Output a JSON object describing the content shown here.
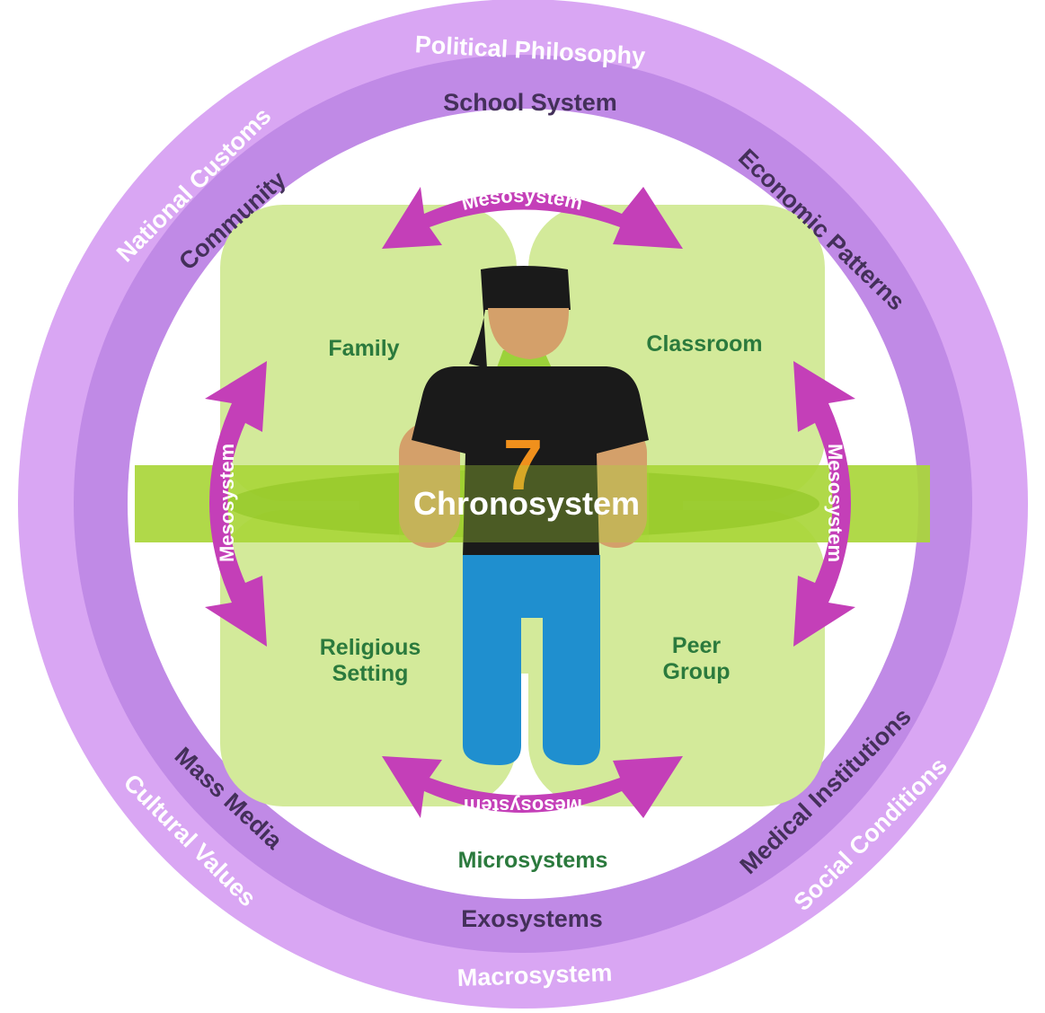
{
  "colors": {
    "macro_ring": "#d9a6f3",
    "exo_ring": "#c08ae6",
    "micro_blob": "#d3ea9a",
    "chrono_band": "#a9d63a",
    "meso_arrow": "#c43fb8",
    "micro_text": "#2b7a3d",
    "exo_text": "#44305a",
    "shirt": "#1a1a1a",
    "skin": "#d4a06a",
    "pants": "#1f8fcf",
    "number": "#f0901c"
  },
  "macrosystem": {
    "title": "Macrosystem",
    "items": {
      "political_philosophy": "Political Philosophy",
      "national_customs": "National Customs",
      "cultural_values": "Cultural Values",
      "social_conditions": "Social Conditions"
    }
  },
  "exosystem": {
    "title": "Exosystems",
    "items": {
      "school_system": "School System",
      "community": "Community",
      "economic_patterns": "Economic Patterns",
      "mass_media": "Mass Media",
      "medical_institutions": "Medical Institutions"
    }
  },
  "microsystems": {
    "title": "Microsystems",
    "items": {
      "family": "Family",
      "classroom": "Classroom",
      "religious_line1": "Religious",
      "religious_line2": "Setting",
      "peer_line1": "Peer",
      "peer_line2": "Group"
    }
  },
  "mesosystem": {
    "label": "Mesosystem"
  },
  "chronosystem": {
    "label": "Chronosystem",
    "age": "7"
  }
}
